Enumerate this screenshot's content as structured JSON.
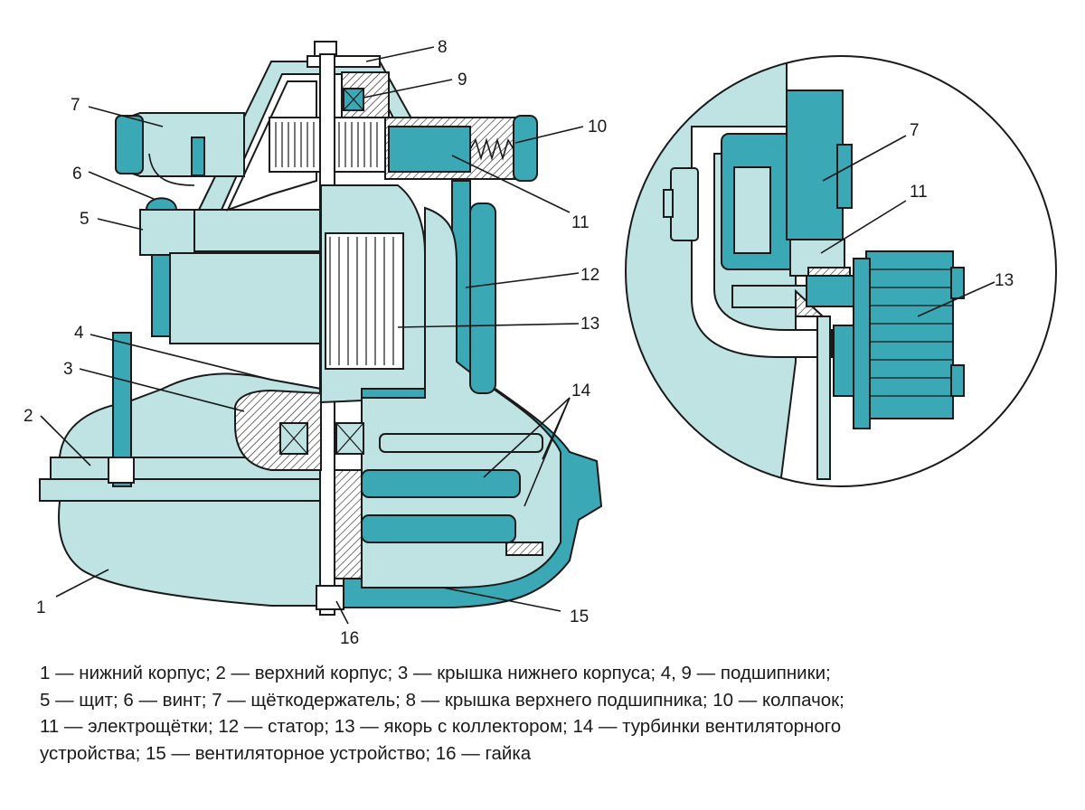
{
  "figure": {
    "labels": [
      {
        "id": "1",
        "text": "1"
      },
      {
        "id": "2",
        "text": "2"
      },
      {
        "id": "3",
        "text": "3"
      },
      {
        "id": "4",
        "text": "4"
      },
      {
        "id": "5",
        "text": "5"
      },
      {
        "id": "6",
        "text": "6"
      },
      {
        "id": "7",
        "text": "7"
      },
      {
        "id": "8",
        "text": "8"
      },
      {
        "id": "9",
        "text": "9"
      },
      {
        "id": "10",
        "text": "10"
      },
      {
        "id": "11",
        "text": "11"
      },
      {
        "id": "12",
        "text": "12"
      },
      {
        "id": "13",
        "text": "13"
      },
      {
        "id": "14",
        "text": "14"
      },
      {
        "id": "15",
        "text": "15"
      },
      {
        "id": "16",
        "text": "16"
      }
    ],
    "detail_labels": [
      {
        "id": "d7",
        "text": "7"
      },
      {
        "id": "d11",
        "text": "11"
      },
      {
        "id": "d13",
        "text": "13"
      }
    ],
    "colors": {
      "teal": "#3aa8b5",
      "light_teal": "#bfe3e3",
      "outline": "#1a1a1a",
      "background": "#ffffff"
    }
  },
  "caption": {
    "lines": [
      "1 — нижний корпус; 2 — верхний корпус; 3 — крышка нижнего корпуса; 4, 9 — подшипники;",
      "5 — щит; 6 — винт; 7 — щёткодержатель; 8 — крышка верхнего подшипника; 10 — колпачок;",
      "11 — электрощётки; 12 — статор; 13 — якорь с коллектором; 14 — турбинки вентиляторного",
      "устройства; 15 — вентиляторное устройство; 16 — гайка"
    ]
  }
}
